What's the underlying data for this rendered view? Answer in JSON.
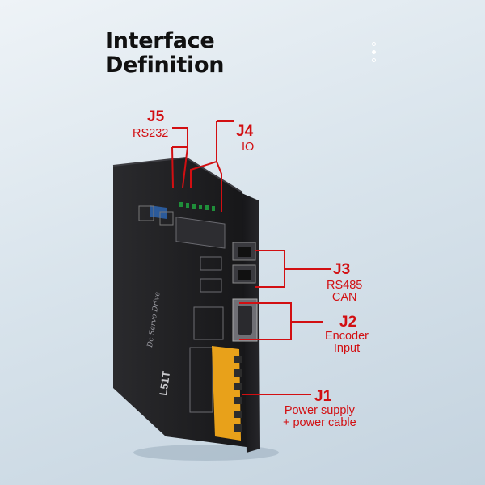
{
  "heading": {
    "line1": "Interface",
    "line2": "Definition"
  },
  "carousel": {
    "count": 3,
    "active_index": 1
  },
  "ports": {
    "j5": {
      "code": "J5",
      "desc": "RS232"
    },
    "j4": {
      "code": "J4",
      "desc": "IO"
    },
    "j3": {
      "code": "J3",
      "desc_line1": "RS485",
      "desc_line2": "CAN"
    },
    "j2": {
      "code": "J2",
      "desc_line1": "Encoder",
      "desc_line2": "Input"
    },
    "j1": {
      "code": "J1",
      "desc_line1": "Power supply",
      "desc_line2": "+ power cable"
    }
  },
  "device": {
    "side_label": "Dc Servo Drive",
    "model": "L51T",
    "accent_color": "#d20f12",
    "body_color": "#1c1c1e",
    "terminal_color": "#e8a11a"
  }
}
